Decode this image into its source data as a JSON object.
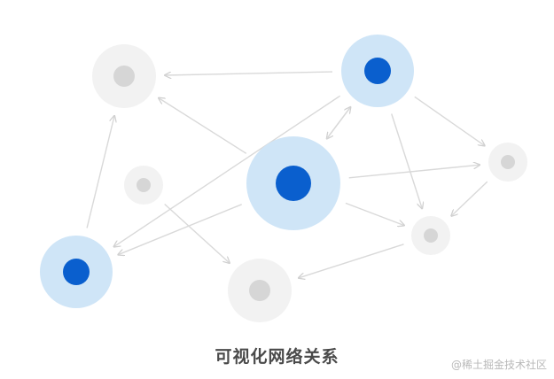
{
  "caption": "可视化网络关系",
  "watermark": "@稀土掘金技术社区",
  "colors": {
    "edge": "#d9d9d9",
    "highlight_halo": "#cfe5f7",
    "highlight_core": "#0a5fce",
    "muted_halo": "#f2f2f2",
    "muted_core": "#d6d6d6"
  },
  "nodes": [
    {
      "id": "n1",
      "style": "muted"
    },
    {
      "id": "n2",
      "style": "highlight"
    },
    {
      "id": "n3",
      "style": "muted"
    },
    {
      "id": "n4",
      "style": "highlight"
    },
    {
      "id": "n5",
      "style": "muted"
    },
    {
      "id": "n6",
      "style": "muted"
    },
    {
      "id": "n7",
      "style": "highlight"
    },
    {
      "id": "n8",
      "style": "muted"
    }
  ],
  "edges": [
    {
      "from": "n2",
      "to": "n1"
    },
    {
      "from": "n2",
      "to": "n7"
    },
    {
      "from": "n2",
      "to": "n5"
    },
    {
      "from": "n2",
      "to": "n6"
    },
    {
      "from": "n2",
      "to": "n4"
    },
    {
      "from": "n4",
      "to": "n1"
    },
    {
      "from": "n4",
      "to": "n2"
    },
    {
      "from": "n4",
      "to": "n5"
    },
    {
      "from": "n4",
      "to": "n6"
    },
    {
      "from": "n4",
      "to": "n7"
    },
    {
      "from": "n3",
      "to": "n8"
    },
    {
      "from": "n5",
      "to": "n6"
    },
    {
      "from": "n6",
      "to": "n8"
    },
    {
      "from": "n7",
      "to": "n1"
    }
  ]
}
